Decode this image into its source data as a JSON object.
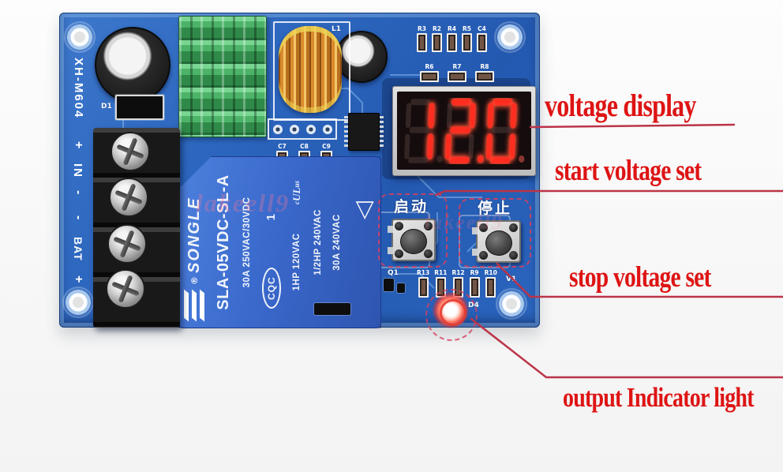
{
  "board": {
    "model_silkscreen": "XH-M604",
    "terminals": [
      "+",
      "IN",
      "-",
      "-",
      "BAT",
      "+"
    ],
    "display": {
      "value": "12.0",
      "digits": [
        {
          "char": "1",
          "dp": "off"
        },
        {
          "char": "2",
          "dp": "on"
        },
        {
          "char": "0",
          "dp": "dim"
        }
      ]
    },
    "buttons": {
      "start_label": "启动",
      "stop_label": "停止"
    },
    "refs": {
      "d1": "D1",
      "l1": "L1",
      "q1": "Q1",
      "v1": "V1",
      "d4": "D4"
    },
    "smd_rows": {
      "top_row1": [
        "R3",
        "R2",
        "R4",
        "R5",
        "C4"
      ],
      "top_row2": [
        "R6",
        "R7",
        "R8"
      ],
      "mid_caps": [
        "C7",
        "C8",
        "C9"
      ],
      "bottom_row": [
        "R13",
        "R11",
        "R12",
        "R9",
        "R10"
      ]
    },
    "relay": {
      "reg_mark": "®",
      "brand": "SONGLE",
      "model": "SLA-05VDC-SL-A",
      "rating1": "30A 250VAC/30VDC",
      "cqc_mark": "CQC",
      "num_mark": "1",
      "rating2": "1HP 120VAC",
      "ul_parts": [
        "c",
        "UL",
        "us"
      ],
      "rating3": "1/2HP 240VAC",
      "rating4": "30A 240VAC",
      "triangle": "◁"
    },
    "watermark": "lakeell9"
  },
  "annotations": {
    "voltage_display": "voltage display",
    "start_voltage": "start voltage set",
    "stop_voltage": "stop voltage set",
    "output_indicator": "output Indicator light",
    "text_color": "#de1414",
    "line_color": "#bb3448"
  },
  "colors": {
    "pcb_blue": "#2b66bf",
    "relay_blue": "#3a69cc",
    "heatsink_green": "#3d9f56",
    "digit_red": "#ff2d1f"
  }
}
